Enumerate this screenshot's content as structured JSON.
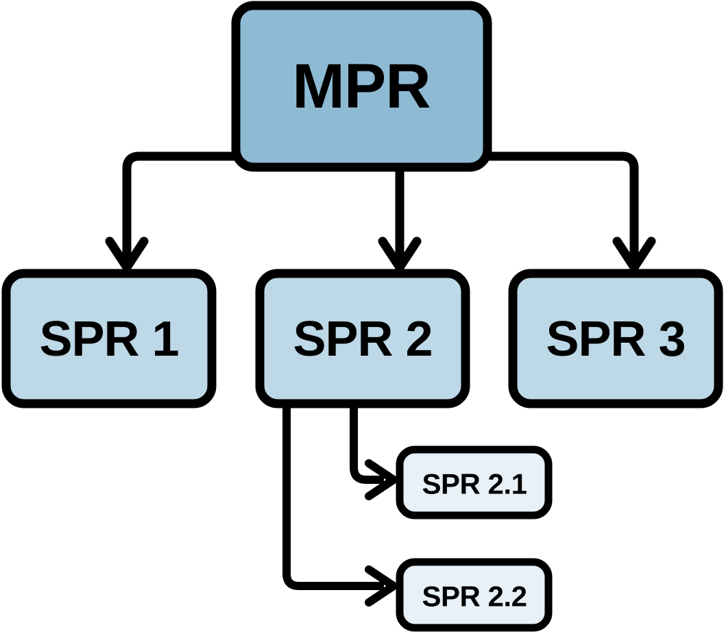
{
  "diagram": {
    "type": "hierarchy-tree",
    "title": "MPR to SPR hierarchy",
    "background_color": "#ffffff",
    "stroke_color": "#000000",
    "colors": {
      "root_fill": "#8EBAD4",
      "level1_fill": "#BDD8E6",
      "level2_fill": "#E8F1F7",
      "stroke": "#000000"
    },
    "nodes": {
      "root": {
        "id": "mpr",
        "label": "MPR",
        "level": 0,
        "fill": "#8EBAD4"
      },
      "level1": [
        {
          "id": "spr-1",
          "label": "SPR 1",
          "level": 1,
          "fill": "#BDD8E6"
        },
        {
          "id": "spr-2",
          "label": "SPR 2",
          "level": 1,
          "fill": "#BDD8E6"
        },
        {
          "id": "spr-3",
          "label": "SPR 3",
          "level": 1,
          "fill": "#BDD8E6"
        }
      ],
      "level2": [
        {
          "id": "spr-2-1",
          "label": "SPR 2.1",
          "level": 2,
          "parent": "spr-2",
          "fill": "#E8F1F7"
        },
        {
          "id": "spr-2-2",
          "label": "SPR 2.2",
          "level": 2,
          "parent": "spr-2",
          "fill": "#E8F1F7"
        }
      ]
    },
    "edges": [
      {
        "from": "mpr",
        "to": "spr-1",
        "style": "elbow-down-left"
      },
      {
        "from": "mpr",
        "to": "spr-2",
        "style": "straight-down"
      },
      {
        "from": "mpr",
        "to": "spr-3",
        "style": "elbow-down-right"
      },
      {
        "from": "spr-2",
        "to": "spr-2-1",
        "style": "elbow-down-right"
      },
      {
        "from": "spr-2",
        "to": "spr-2-2",
        "style": "elbow-down-right"
      }
    ]
  }
}
